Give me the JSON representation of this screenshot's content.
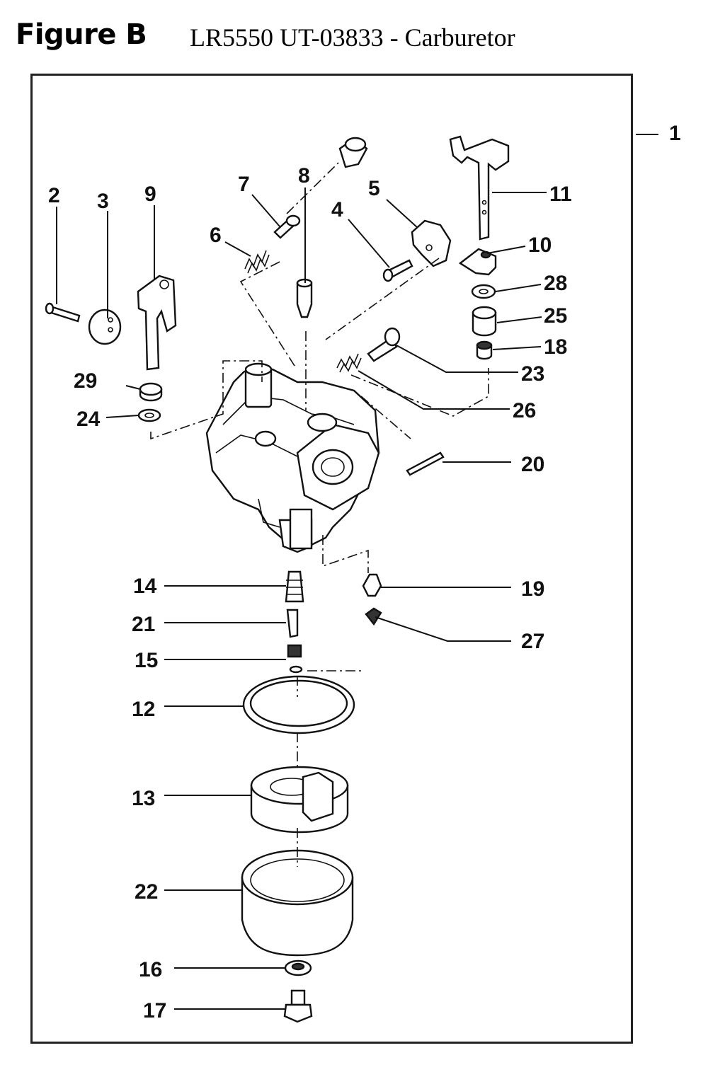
{
  "header": {
    "figure_label": "Figure B",
    "title": "LR5550 UT-03833 - Carburetor"
  },
  "callouts": {
    "c1": "1",
    "c2": "2",
    "c3": "3",
    "c4": "4",
    "c5": "5",
    "c6": "6",
    "c7": "7",
    "c8": "8",
    "c9": "9",
    "c10": "10",
    "c11": "11",
    "c12": "12",
    "c13": "13",
    "c14": "14",
    "c15": "15",
    "c16": "16",
    "c17": "17",
    "c18": "18",
    "c19": "19",
    "c20": "20",
    "c21": "21",
    "c22": "22",
    "c23": "23",
    "c24": "24",
    "c25": "25",
    "c26": "26",
    "c27": "27",
    "c28": "28",
    "c29": "29"
  }
}
